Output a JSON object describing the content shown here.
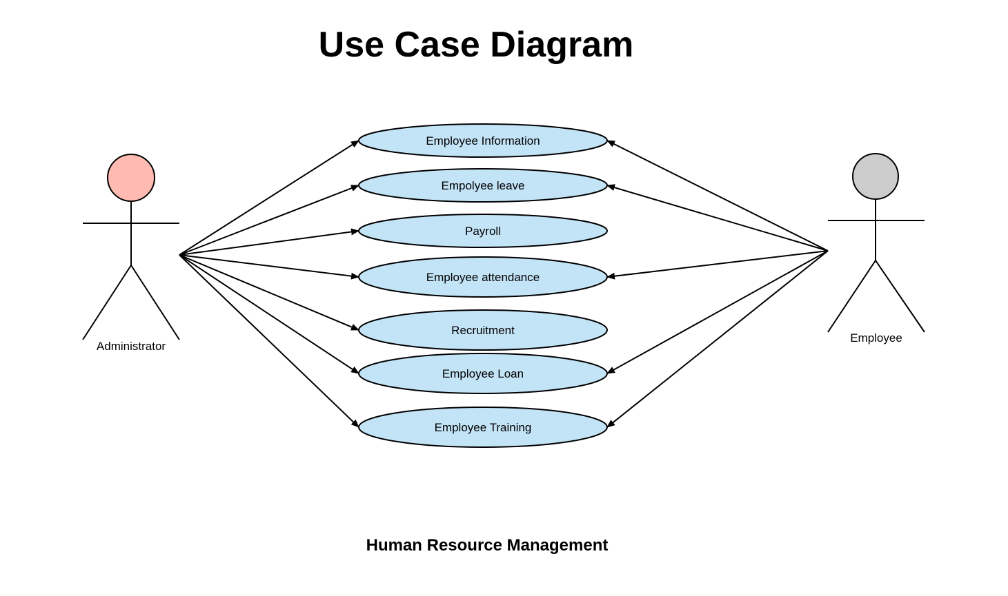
{
  "title": "Use Case Diagram",
  "subtitle": "Human Resource Management",
  "colors": {
    "usecase_fill": "#c3e3f6",
    "admin_head": "#ffbbb1",
    "employee_head": "#cccccc",
    "line": "#000000"
  },
  "actors": [
    {
      "id": "administrator",
      "label": "Administrator"
    },
    {
      "id": "employee",
      "label": "Employee"
    }
  ],
  "use_cases": [
    {
      "id": "employee-information",
      "label": "Employee Information"
    },
    {
      "id": "employee-leave",
      "label": "Empolyee leave"
    },
    {
      "id": "payroll",
      "label": "Payroll"
    },
    {
      "id": "employee-attendance",
      "label": "Employee attendance"
    },
    {
      "id": "recruitment",
      "label": "Recruitment"
    },
    {
      "id": "employee-loan",
      "label": "Employee Loan"
    },
    {
      "id": "employee-training",
      "label": "Employee Training"
    }
  ],
  "associations": [
    {
      "from": "administrator",
      "to": "employee-information"
    },
    {
      "from": "administrator",
      "to": "employee-leave"
    },
    {
      "from": "administrator",
      "to": "payroll"
    },
    {
      "from": "administrator",
      "to": "employee-attendance"
    },
    {
      "from": "administrator",
      "to": "recruitment"
    },
    {
      "from": "administrator",
      "to": "employee-loan"
    },
    {
      "from": "administrator",
      "to": "employee-training"
    },
    {
      "from": "employee",
      "to": "employee-information"
    },
    {
      "from": "employee",
      "to": "employee-leave"
    },
    {
      "from": "employee",
      "to": "employee-attendance"
    },
    {
      "from": "employee",
      "to": "employee-loan"
    },
    {
      "from": "employee",
      "to": "employee-training"
    }
  ]
}
